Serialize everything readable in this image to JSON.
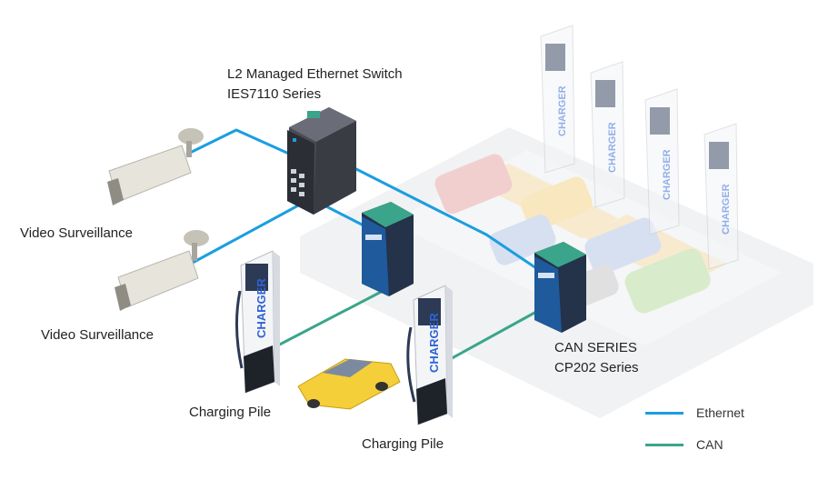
{
  "switch": {
    "title": "L2 Managed Ethernet Switch",
    "series": "IES7110 Series"
  },
  "can_device": {
    "title": "CAN SERIES",
    "series": "CP202 Series"
  },
  "cameras": [
    {
      "label": "Video Surveillance"
    },
    {
      "label": "Video Surveillance"
    }
  ],
  "charging_piles": [
    {
      "label": "Charging Pile"
    },
    {
      "label": "Charging Pile"
    }
  ],
  "charger_text": "CHARGER",
  "legend": {
    "ethernet": {
      "label": "Ethernet",
      "color": "#1a9ee0"
    },
    "can": {
      "label": "CAN",
      "color": "#3aa58a"
    }
  }
}
